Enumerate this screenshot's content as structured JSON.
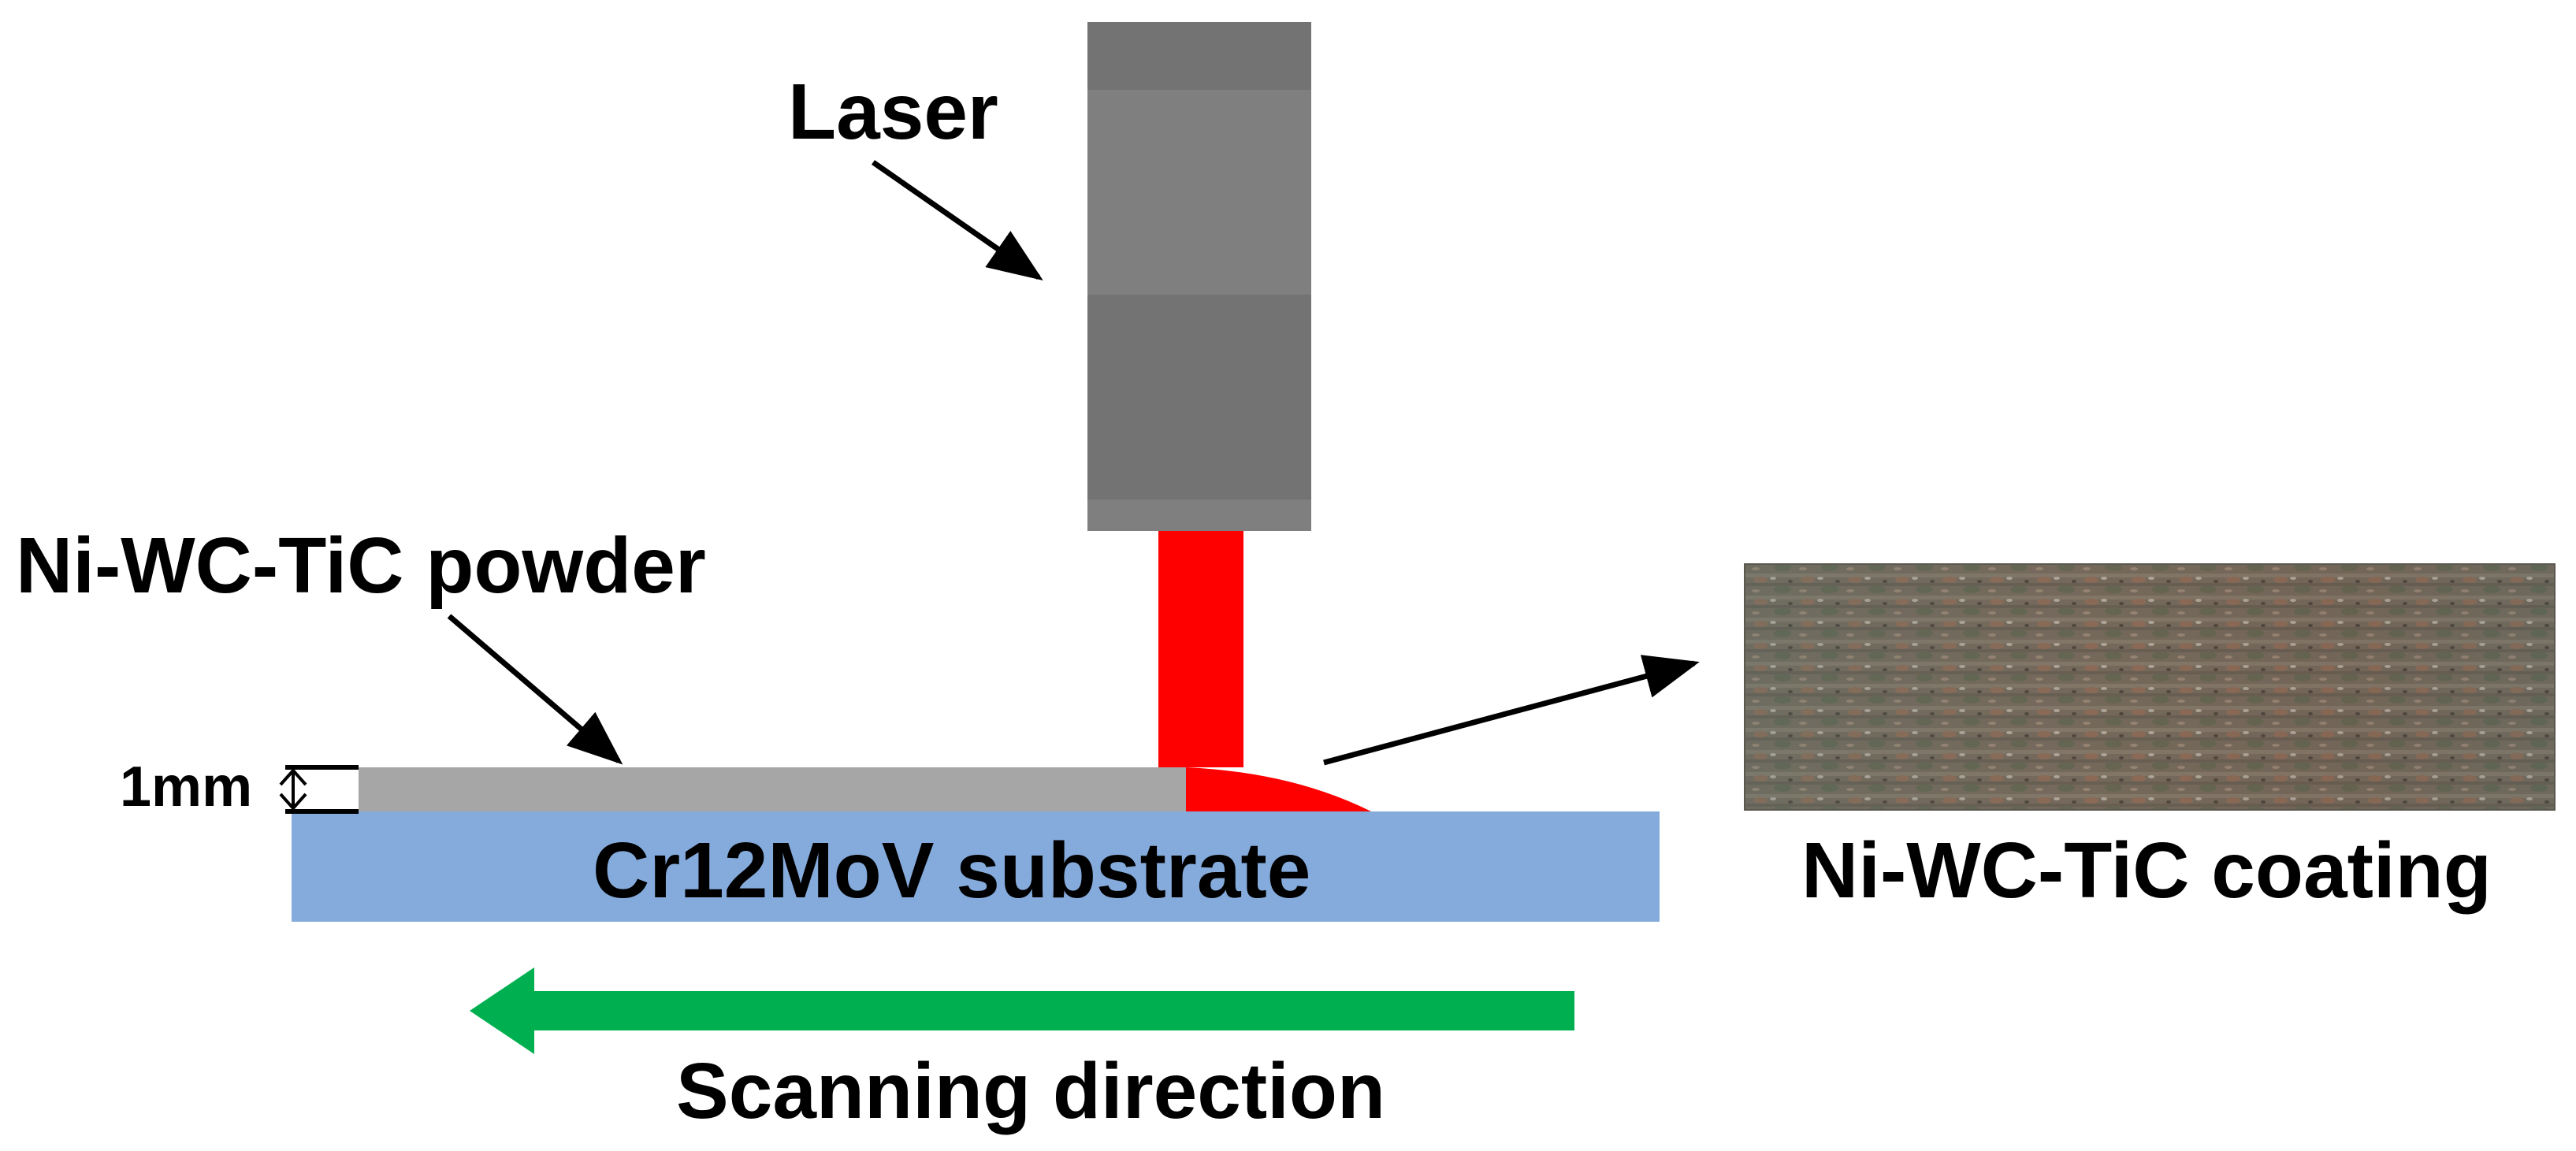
{
  "labels": {
    "laser": "Laser",
    "powder": "Ni-WC-TiC powder",
    "thickness": "1mm",
    "substrate": "Cr12MoV substrate",
    "coating": "Ni-WC-TiC coating",
    "scanning_direction": "Scanning direction"
  },
  "colors": {
    "laser_head": "#7f7f7f",
    "laser_head_dark": "#737373",
    "laser_beam": "#ff0000",
    "powder_layer": "#a6a6a6",
    "substrate": "#85abdc",
    "scan_arrow": "#00b050",
    "coating_photo_base": "#6b665a"
  }
}
